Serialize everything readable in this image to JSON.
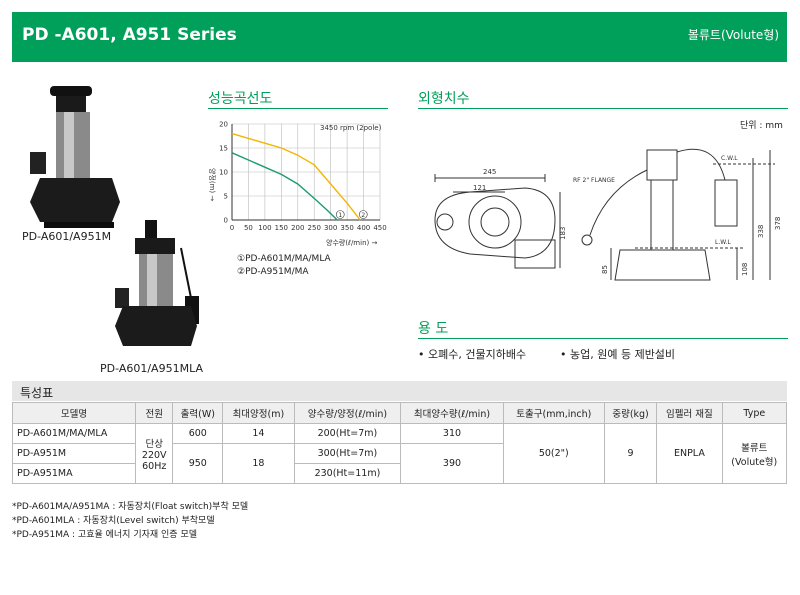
{
  "header": {
    "title": "PD -A601, A951 Series",
    "type_label": "볼류트(Volute형)"
  },
  "sections": {
    "performance": "성능곡선도",
    "dimensions": "외형치수",
    "usage": "용 도"
  },
  "products": [
    {
      "label": "PD-A601/A951M"
    },
    {
      "label": "PD-A601/A951MLA"
    }
  ],
  "chart_data": {
    "type": "line",
    "annotation": "3450 rpm (2pole)",
    "ylabel": "양정(m) →",
    "xlabel": "양수량(ℓ/min) →",
    "x_ticks": [
      0,
      50,
      100,
      150,
      200,
      250,
      300,
      350,
      400,
      450
    ],
    "y_ticks": [
      0,
      5,
      10,
      15,
      20
    ],
    "xlim": [
      0,
      450
    ],
    "ylim": [
      0,
      20
    ],
    "series": [
      {
        "marker": "①",
        "color": "#1a9c6e",
        "x": [
          0,
          50,
          100,
          150,
          200,
          250,
          290,
          320
        ],
        "y": [
          14,
          12.5,
          11,
          9.5,
          7.5,
          4.5,
          2,
          0
        ]
      },
      {
        "marker": "②",
        "color": "#f2b600",
        "x": [
          0,
          50,
          100,
          150,
          200,
          250,
          300,
          350,
          390
        ],
        "y": [
          18,
          17,
          16,
          15,
          13.5,
          11.5,
          7.5,
          3.5,
          0
        ]
      }
    ],
    "legend": [
      "①PD-A601M/MA/MLA",
      "②PD-A951M/MA"
    ]
  },
  "dimensions": {
    "unit": "단위 : mm",
    "labels": {
      "w245": "245",
      "w121": "121",
      "h183": "183",
      "flange": "RF 2\" FLANGE",
      "cwl": "C.W.L",
      "lwl": "L.W.L",
      "h378": "378",
      "h338": "338",
      "h85": "85",
      "h108": "108"
    }
  },
  "usage": [
    "• 오폐수, 건물지하배수",
    "• 농업, 원예 등 제반설비"
  ],
  "spec": {
    "title": "특성표",
    "headers": [
      "모델명",
      "전원",
      "출력(W)",
      "최대양정(m)",
      "양수량/양정(ℓ/min)",
      "최대양수량(ℓ/min)",
      "토출구(mm,inch)",
      "중량(kg)",
      "임펠러 재질",
      "Type"
    ],
    "rows": [
      {
        "model": "PD-A601M/MA/MLA",
        "output": "600",
        "max_head": "14",
        "flow": "200(Ht=7m)",
        "max_flow": "310"
      },
      {
        "model": "PD-A951M",
        "output": "950",
        "max_head": "18",
        "flow": "300(Ht=7m)",
        "max_flow": "390"
      },
      {
        "model": "PD-A951MA",
        "flow": "230(Ht=11m)"
      }
    ],
    "power": [
      "단상",
      "220V",
      "60Hz"
    ],
    "outlet": "50(2\")",
    "weight": "9",
    "impeller": "ENPLA",
    "type": [
      "볼류트",
      "(Volute형)"
    ]
  },
  "footnotes": [
    "*PD-A601MA/A951MA : 자동장치(Float switch)부착 모델",
    "*PD-A601MLA : 자동장치(Level switch) 부착모델",
    "*PD-A951MA : 고효율 에너지 기자재 인증 모델"
  ]
}
